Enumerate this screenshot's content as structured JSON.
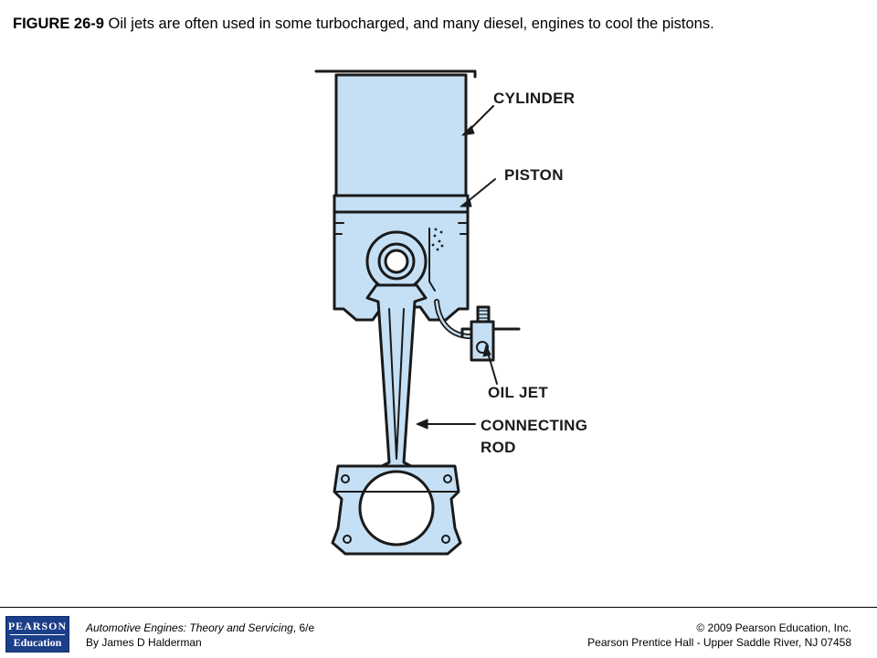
{
  "caption": {
    "figure_number": "FIGURE 26-9",
    "text": " Oil jets are often used in some turbocharged, and many diesel, engines to cool the pistons."
  },
  "diagram": {
    "labels": {
      "cylinder": "CYLINDER",
      "piston": "PISTON",
      "oil_jet": "OIL JET",
      "connecting_rod_line1": "CONNECTING",
      "connecting_rod_line2": "ROD"
    },
    "colors": {
      "part_fill": "#c5e0f5",
      "outline": "#1a1a1a"
    }
  },
  "footer": {
    "logo_line1": "PEARSON",
    "logo_line2": "Education",
    "book_title": "Automotive Engines: Theory and Servicing",
    "edition": ", 6/e",
    "author": "By James D Halderman",
    "copyright": "© 2009 Pearson Education, Inc.",
    "publisher": "Pearson Prentice Hall - Upper Saddle River, NJ 07458"
  }
}
